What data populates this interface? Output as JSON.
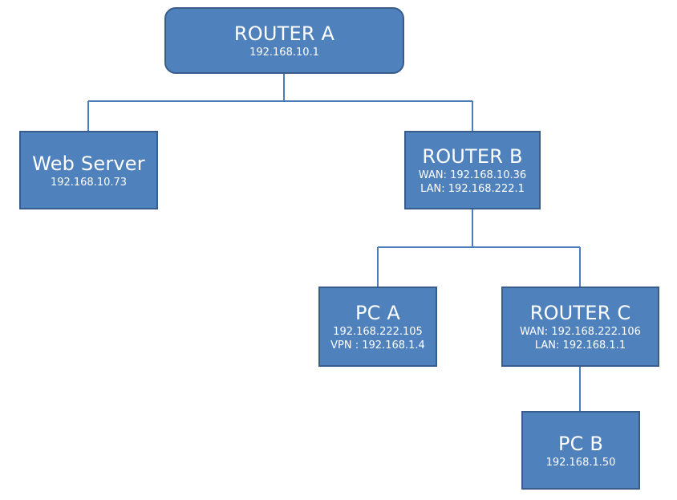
{
  "diagram": {
    "router_a": {
      "title": "ROUTER A",
      "lines": [
        "192.168.10.1"
      ]
    },
    "web_server": {
      "title": "Web Server",
      "lines": [
        "192.168.10.73"
      ]
    },
    "router_b": {
      "title": "ROUTER B",
      "lines": [
        "WAN: 192.168.10.36",
        "LAN: 192.168.222.1"
      ]
    },
    "pc_a": {
      "title": "PC A",
      "lines": [
        "192.168.222.105",
        "VPN : 192.168.1.4"
      ]
    },
    "router_c": {
      "title": "ROUTER C",
      "lines": [
        "WAN: 192.168.222.106",
        "LAN: 192.168.1.1"
      ]
    },
    "pc_b": {
      "title": "PC B",
      "lines": [
        "192.168.1.50"
      ]
    }
  },
  "colors": {
    "node_fill": "#4f81bd",
    "node_border": "#385d8a",
    "connector": "#4a7ebb",
    "text": "#ffffff"
  }
}
